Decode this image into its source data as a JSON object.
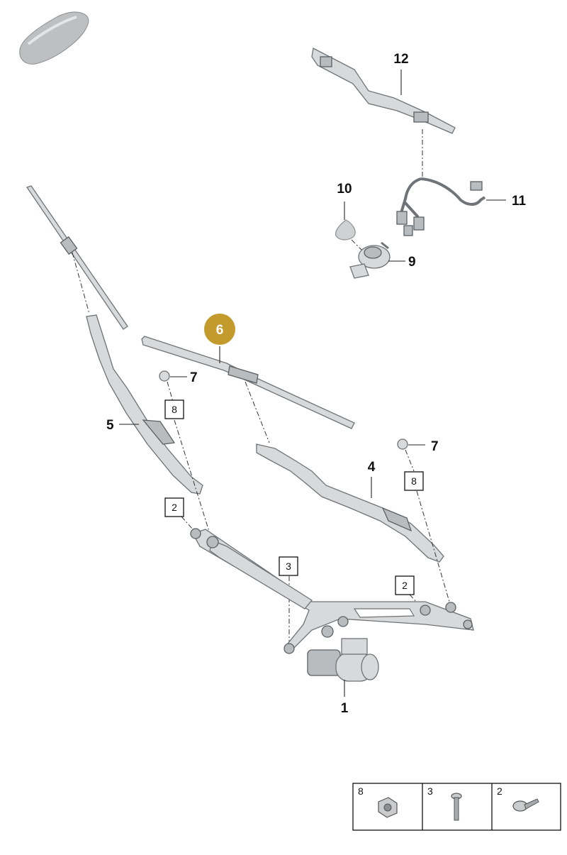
{
  "callouts": {
    "c1": "1",
    "c4": "4",
    "c5": "5",
    "c6": "6",
    "c7a": "7",
    "c7b": "7",
    "c9": "9",
    "c10": "10",
    "c11": "11",
    "c12": "12"
  },
  "boxed_callouts": {
    "b8a": "8",
    "b8b": "8",
    "b2a": "2",
    "b2b": "2",
    "b3": "3"
  },
  "legend": {
    "cells": [
      {
        "label": "8",
        "icon": "hex-nut-icon"
      },
      {
        "label": "3",
        "icon": "bolt-icon"
      },
      {
        "label": "2",
        "icon": "flange-bolt-icon"
      }
    ]
  },
  "colors": {
    "highlight": "#c39a2c",
    "part_fill": "#d7d9db",
    "part_stroke": "#6f7376"
  }
}
